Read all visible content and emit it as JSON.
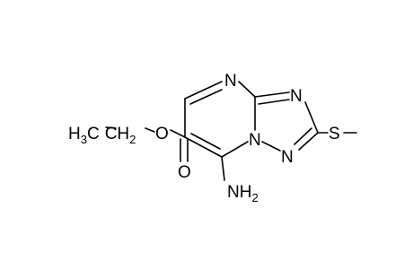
{
  "molecule": {
    "atoms": {
      "n_top": "N",
      "n_triazole_right": "N",
      "n_bridge": "N",
      "n_triazole_bottom": "N",
      "s": "S",
      "o_ether": "O",
      "o_carbonyl": "O",
      "nh2": {
        "main": "NH",
        "sub": "2"
      },
      "ethyl": {
        "h": "H",
        "sub": "3",
        "c": "C",
        "ch2": "CH",
        "sub2": "2"
      }
    }
  }
}
